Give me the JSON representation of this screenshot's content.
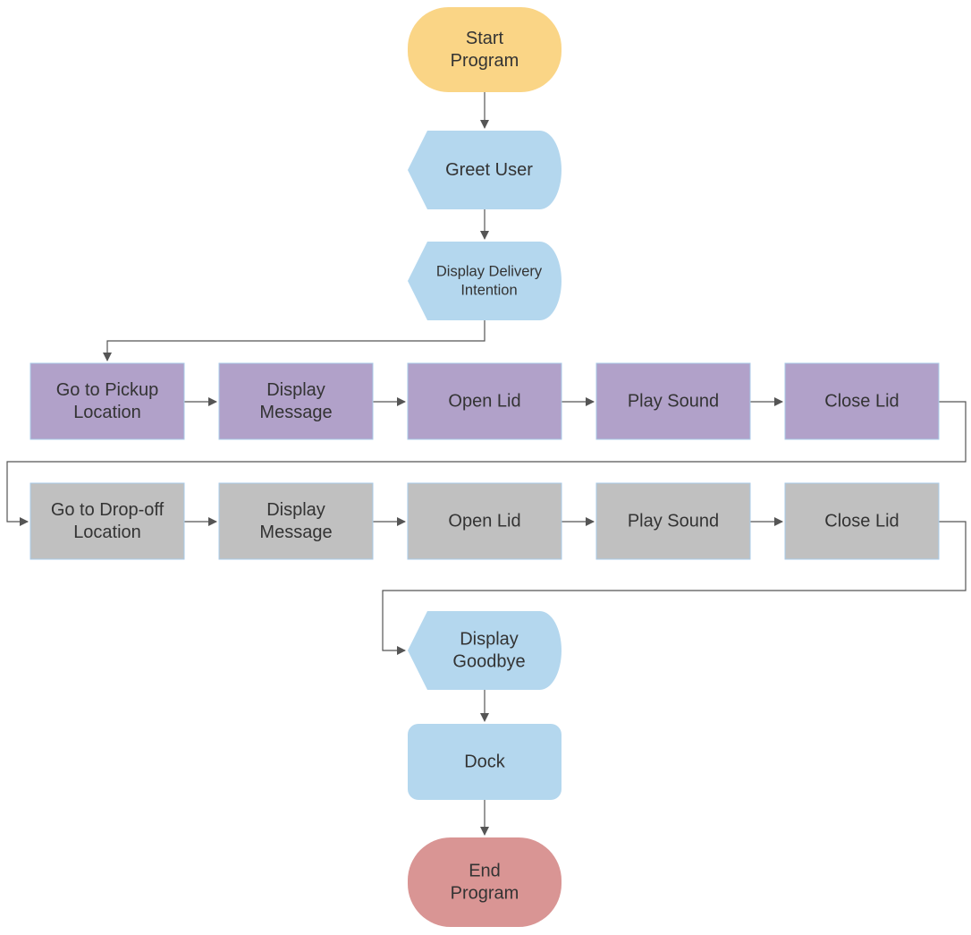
{
  "colors": {
    "terminal_start": "#fad586",
    "terminal_end": "#d99594",
    "display_node": "#b4d7ee",
    "pickup_row": "#b1a1c9",
    "dropoff_row": "#c0c0c0",
    "node_border": "#a9cbe8",
    "connector": "#555555",
    "text": "#333333"
  },
  "nodes": {
    "start": {
      "lines": [
        "Start",
        "Program"
      ],
      "shape": "terminal"
    },
    "greet": {
      "lines": [
        "Greet User"
      ],
      "shape": "display"
    },
    "intention": {
      "lines": [
        "Display Delivery",
        "Intention"
      ],
      "shape": "display"
    },
    "pickup_goto": {
      "lines": [
        "Go to Pickup",
        "Location"
      ],
      "shape": "process"
    },
    "pickup_message": {
      "lines": [
        "Display",
        "Message"
      ],
      "shape": "process"
    },
    "pickup_open": {
      "lines": [
        "Open Lid"
      ],
      "shape": "process"
    },
    "pickup_sound": {
      "lines": [
        "Play Sound"
      ],
      "shape": "process"
    },
    "pickup_close": {
      "lines": [
        "Close Lid"
      ],
      "shape": "process"
    },
    "dropoff_goto": {
      "lines": [
        "Go to Drop-off",
        "Location"
      ],
      "shape": "process"
    },
    "dropoff_message": {
      "lines": [
        "Display",
        "Message"
      ],
      "shape": "process"
    },
    "dropoff_open": {
      "lines": [
        "Open Lid"
      ],
      "shape": "process"
    },
    "dropoff_sound": {
      "lines": [
        "Play Sound"
      ],
      "shape": "process"
    },
    "dropoff_close": {
      "lines": [
        "Close Lid"
      ],
      "shape": "process"
    },
    "goodbye": {
      "lines": [
        "Display",
        "Goodbye"
      ],
      "shape": "display"
    },
    "dock": {
      "lines": [
        "Dock"
      ],
      "shape": "rounded"
    },
    "end": {
      "lines": [
        "End",
        "Program"
      ],
      "shape": "terminal"
    }
  },
  "edges": [
    [
      "start",
      "greet"
    ],
    [
      "greet",
      "intention"
    ],
    [
      "intention",
      "pickup_goto"
    ],
    [
      "pickup_goto",
      "pickup_message"
    ],
    [
      "pickup_message",
      "pickup_open"
    ],
    [
      "pickup_open",
      "pickup_sound"
    ],
    [
      "pickup_sound",
      "pickup_close"
    ],
    [
      "pickup_close",
      "dropoff_goto"
    ],
    [
      "dropoff_goto",
      "dropoff_message"
    ],
    [
      "dropoff_message",
      "dropoff_open"
    ],
    [
      "dropoff_open",
      "dropoff_sound"
    ],
    [
      "dropoff_sound",
      "dropoff_close"
    ],
    [
      "dropoff_close",
      "goodbye"
    ],
    [
      "goodbye",
      "dock"
    ],
    [
      "dock",
      "end"
    ]
  ]
}
